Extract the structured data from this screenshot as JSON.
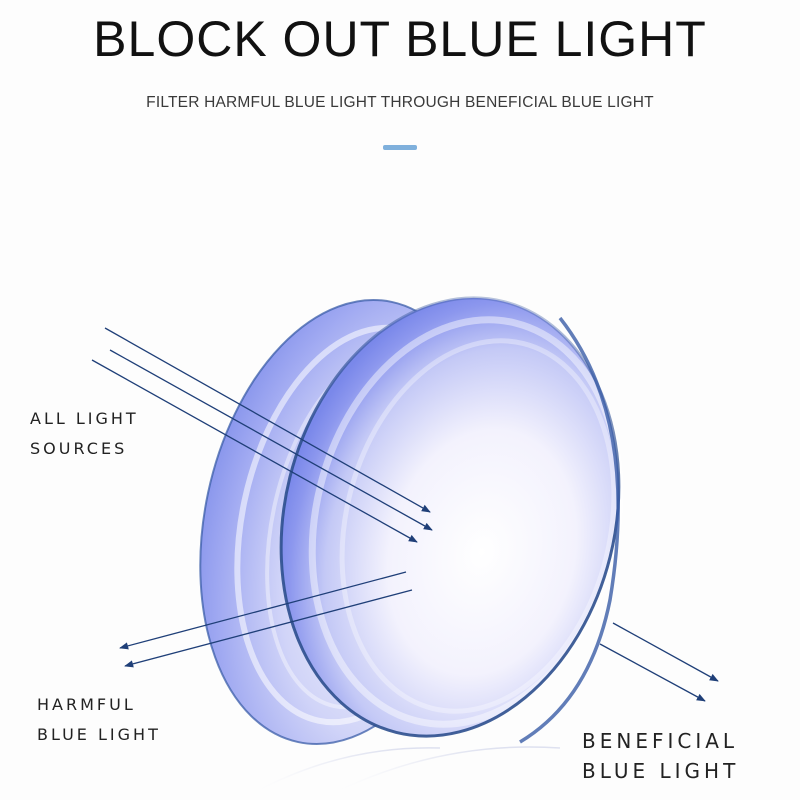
{
  "header": {
    "title": "BLOCK OUT BLUE LIGHT",
    "subtitle": "FILTER HARMFUL BLUE LIGHT THROUGH BENEFICIAL BLUE LIGHT",
    "accent_color": "#7fb0dc"
  },
  "labels": {
    "all_light_sources": [
      "ALL LIGHT",
      "SOURCES"
    ],
    "harmful_blue_light": [
      "HARMFUL",
      "BLUE LIGHT"
    ],
    "beneficial_blue_light": [
      "BENEFICIAL",
      "BLUE LIGHT"
    ]
  },
  "illustration": {
    "subject": "two-blue-tinted-lenses",
    "lens_tint_color": "#6f7ff0",
    "lens_rim_color": "#2d4f8e",
    "arrow_color": "#1f3f78",
    "incoming_arrows": 3,
    "reflected_arrows": 2,
    "transmitted_arrows": 2
  }
}
